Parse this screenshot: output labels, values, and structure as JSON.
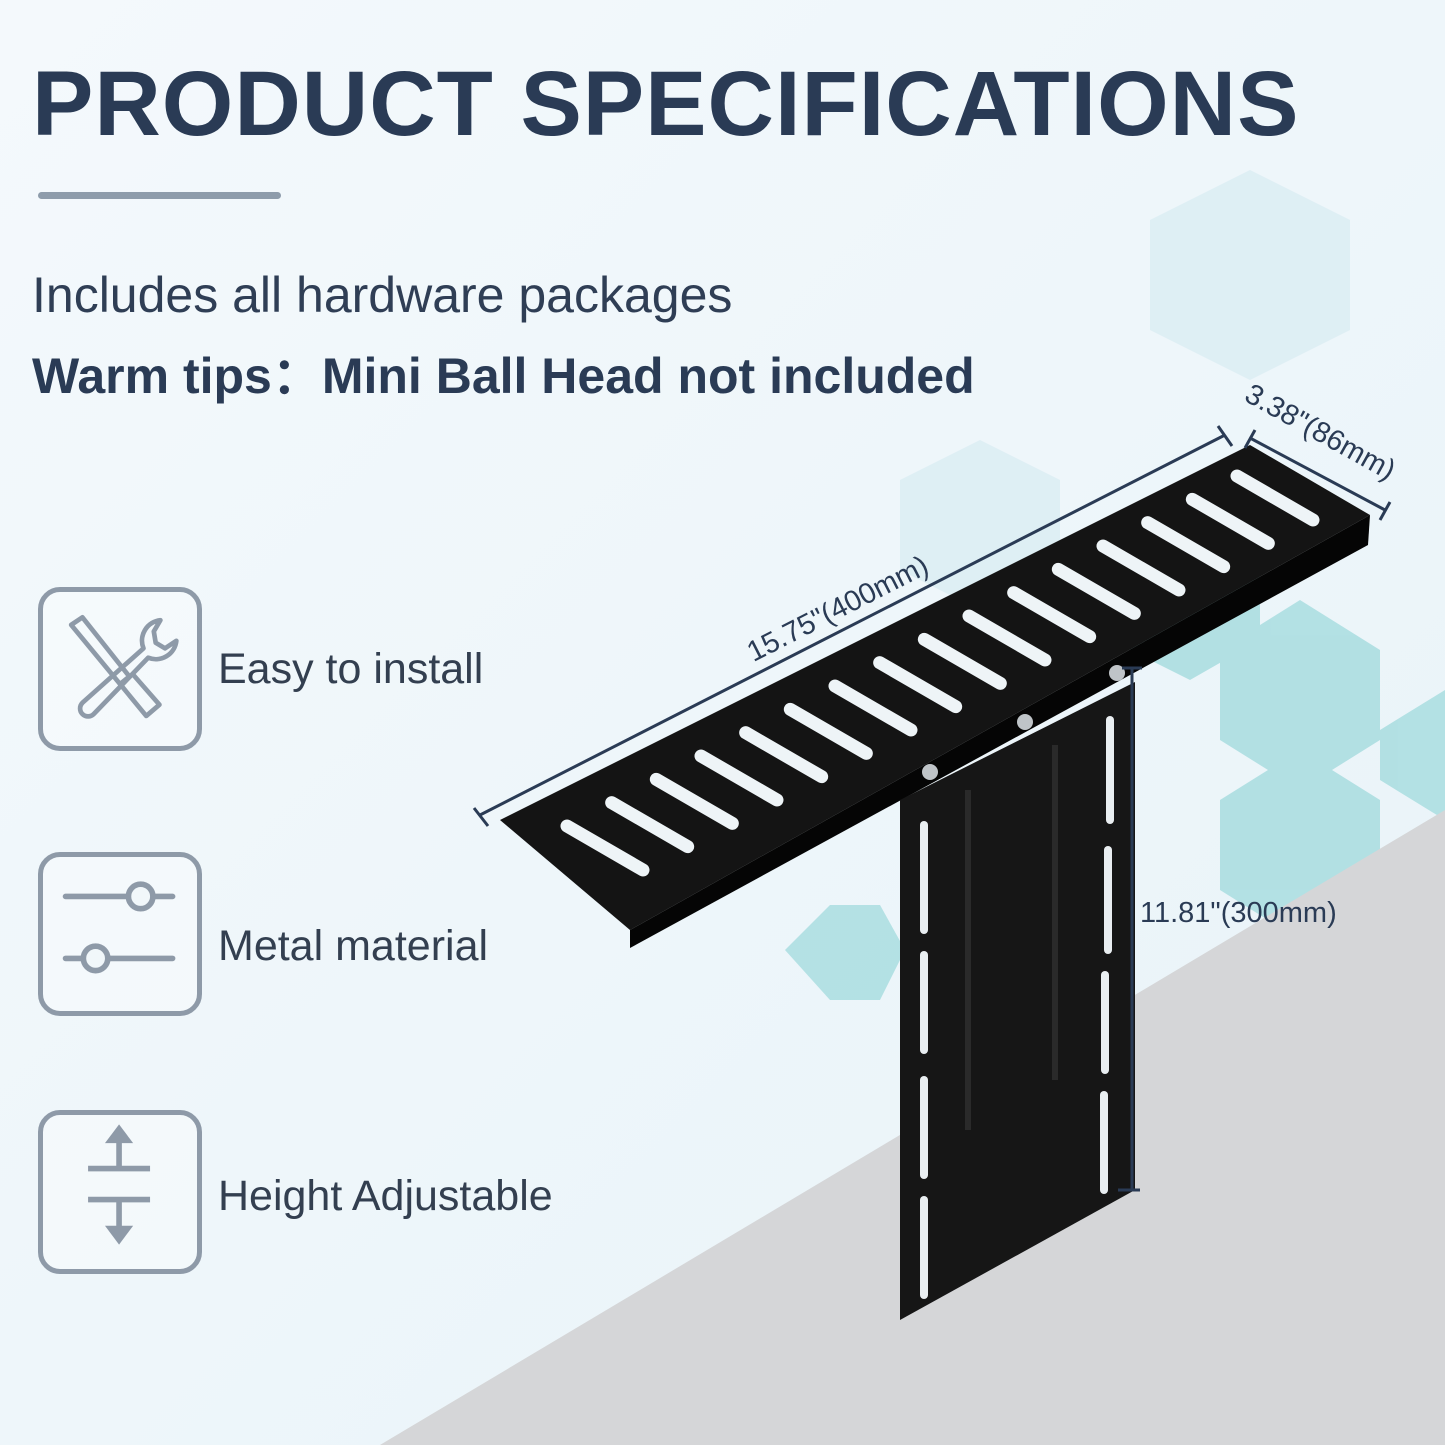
{
  "title": "PRODUCT SPECIFICATIONS",
  "includes": "Includes all hardware packages",
  "warm_tips": "Warm tips：Mini Ball Head not included",
  "features": [
    {
      "icon": "tools-icon",
      "label": "Easy to install"
    },
    {
      "icon": "sliders-icon",
      "label": "Metal material"
    },
    {
      "icon": "height-adjust-icon",
      "label": "Height Adjustable"
    }
  ],
  "dimensions": {
    "length": "15.75\"(400mm)",
    "width": "3.38\"(86mm)",
    "height": "11.81\"(300mm)"
  },
  "colors": {
    "text": "#2a3b55",
    "icon_border": "#8e9aa8",
    "product": "#111111",
    "accent_hex": "#a9dde0"
  }
}
